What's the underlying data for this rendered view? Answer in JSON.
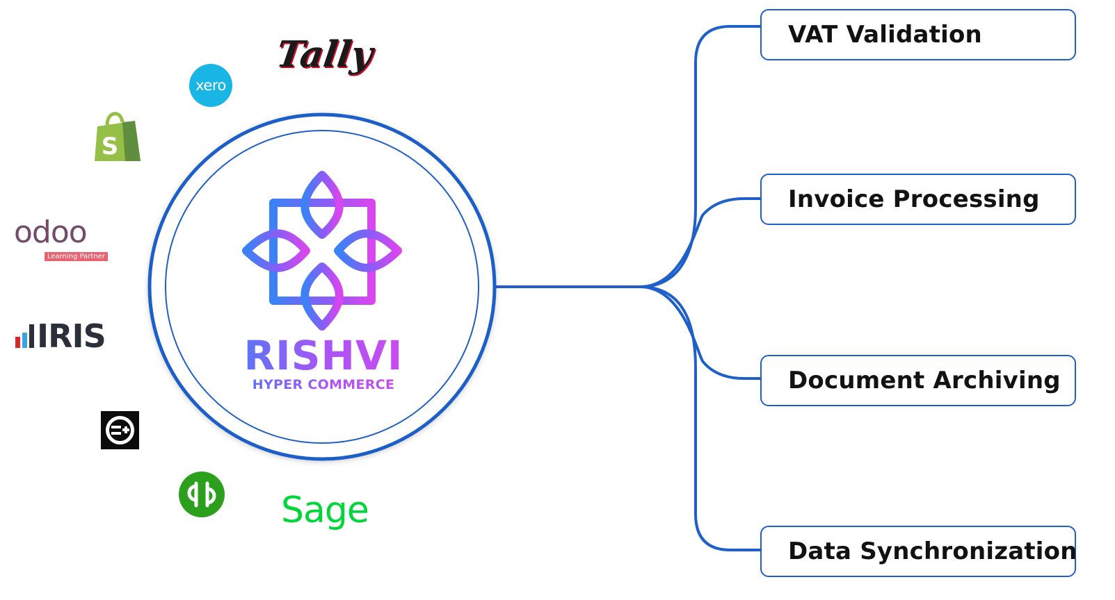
{
  "brand": {
    "name": "RISHVI",
    "tagline": "HYPER COMMERCE",
    "gradient_start": "#3b82f6",
    "gradient_end": "#d946ef"
  },
  "features": [
    {
      "label": "VAT Validation"
    },
    {
      "label": "Invoice Processing"
    },
    {
      "label": "Document Archiving"
    },
    {
      "label": "Data Synchronization"
    }
  ],
  "integrations": {
    "tally": {
      "text": "Tally",
      "color": "#1a1a1a",
      "accent": "#c8102e"
    },
    "xero": {
      "text": "xero",
      "color": "#19b5e4"
    },
    "shopify": {
      "icon": "shopify-bag-icon",
      "color": "#95bf47"
    },
    "odoo": {
      "text": "odoo",
      "badge": "Learning Partner",
      "color": "#714b67"
    },
    "iris": {
      "text": "IRIS",
      "color": "#2b2f3a"
    },
    "exact": {
      "icon": "exact-online-icon",
      "color": "#0b0b0b"
    },
    "quickbooks": {
      "icon": "quickbooks-icon",
      "color": "#2ca01c"
    },
    "sage": {
      "text": "Sage",
      "color": "#00d639"
    }
  },
  "colors": {
    "connector": "#1f5fc9",
    "ring": "#1f5fc9"
  }
}
